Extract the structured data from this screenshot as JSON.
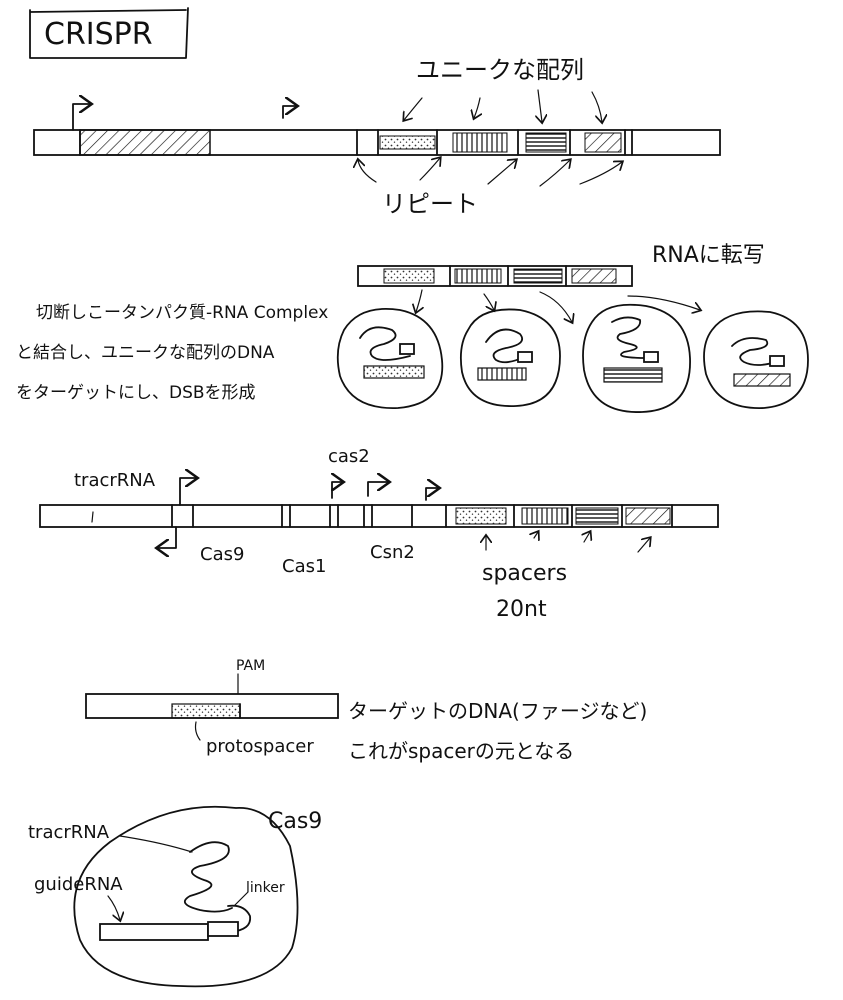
{
  "title": "CRISPR",
  "section1": {
    "unique_seq_label": "ユニークな配列",
    "repeat_label": "リピート"
  },
  "section2": {
    "transcribe_label": "RNAに転写",
    "desc_line1": "切断しこータンパク質-RNA Complex",
    "desc_line2": "と結合し、ユニークな配列のDNA",
    "desc_line3": "をターゲットにし、DSBを形成"
  },
  "section3": {
    "tracr_label": "tracrRNA",
    "cas2_label": "cas2",
    "cas9_label": "Cas9",
    "cas1_label": "Cas1",
    "csn2_label": "Csn2",
    "spacers_label": "spacers",
    "spacer_len_label": "20nt"
  },
  "section4": {
    "pam_label": "PAM",
    "target_label": "ターゲットのDNA(ファージなど)",
    "protospacer_label": "protospacer",
    "origin_label": "これがspacerの元となる"
  },
  "section5": {
    "cas9_label": "Cas9",
    "tracr_label": "tracrRNA",
    "guide_label": "guideRNA",
    "linker_label": "linker"
  }
}
